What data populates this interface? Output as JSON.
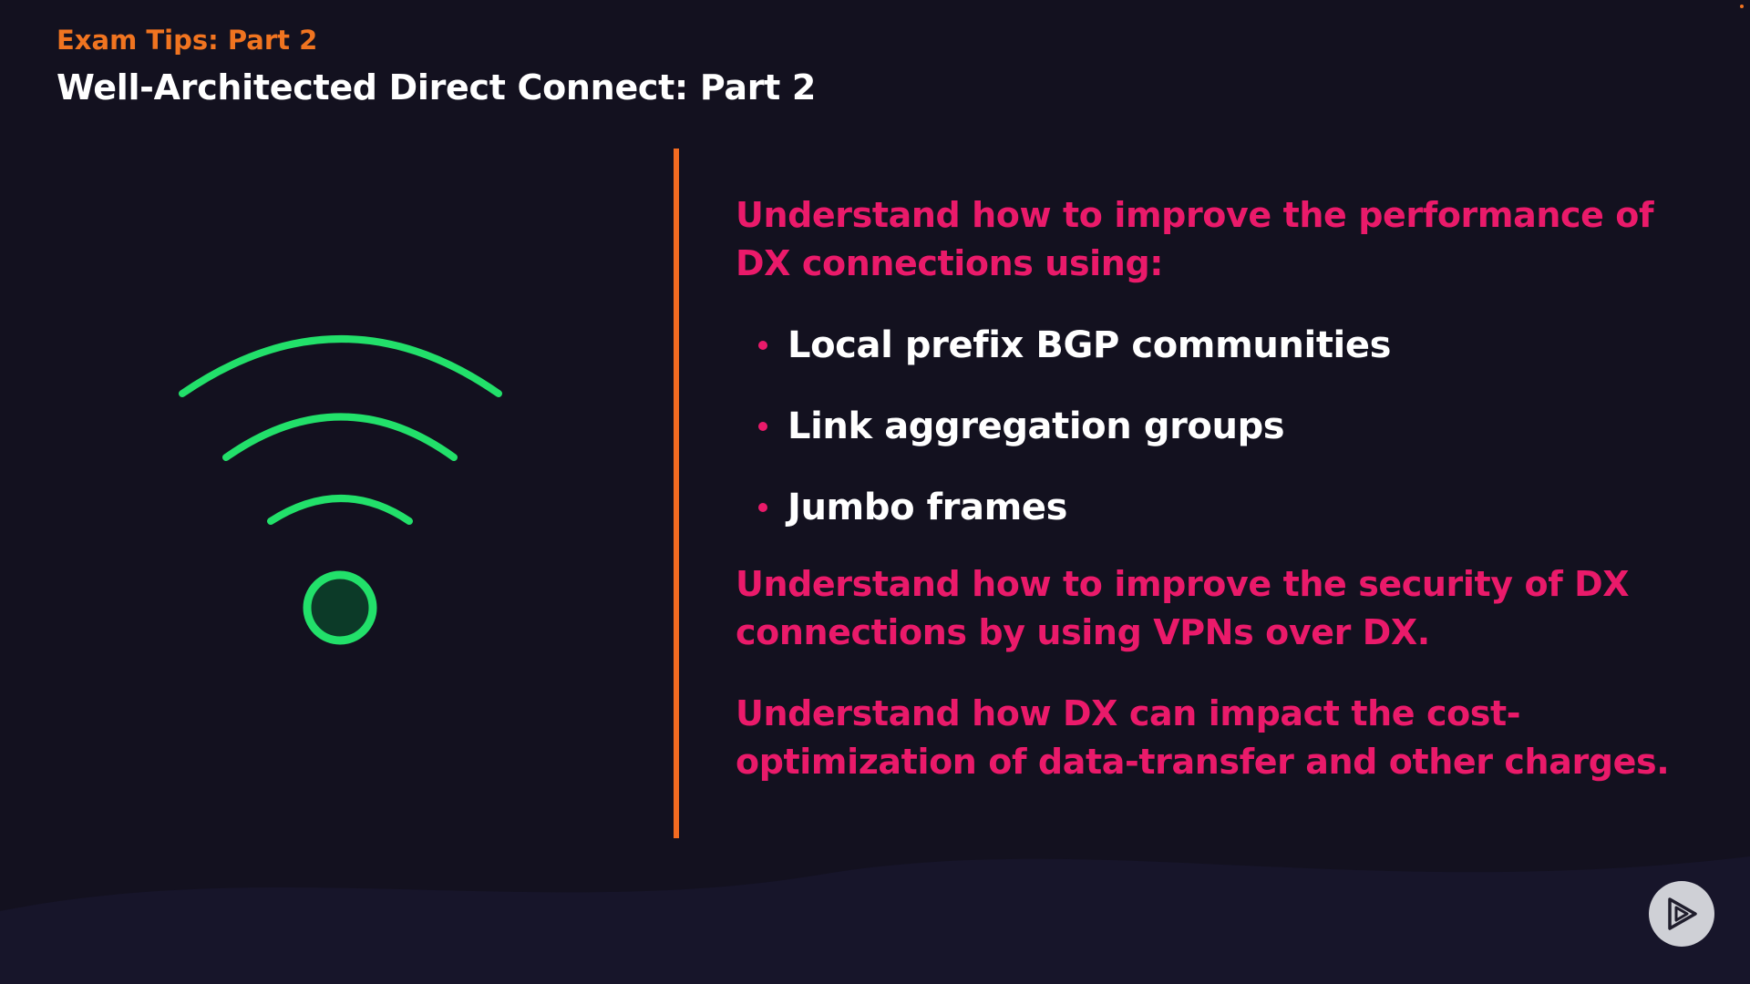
{
  "header": {
    "eyebrow": "Exam Tips: Part 2",
    "title": "Well-Architected Direct Connect: Part 2"
  },
  "main": {
    "points": [
      "Understand how to improve the performance of DX connections using:",
      "Understand how to improve the security of DX connections by using VPNs over DX.",
      "Understand how DX can impact the cost-optimization of data-transfer and other charges."
    ],
    "bullets": [
      "Local prefix BGP communities",
      "Link aggregation groups",
      "Jumbo frames"
    ]
  },
  "illustration": {
    "icon": "wifi-signal-icon",
    "color": "#22e06a"
  },
  "controls": {
    "play_icon": "play-icon"
  },
  "colors": {
    "background": "#13111f",
    "eyebrow": "#f07420",
    "accent_text": "#ea1a6a",
    "divider": "#f26b21"
  }
}
